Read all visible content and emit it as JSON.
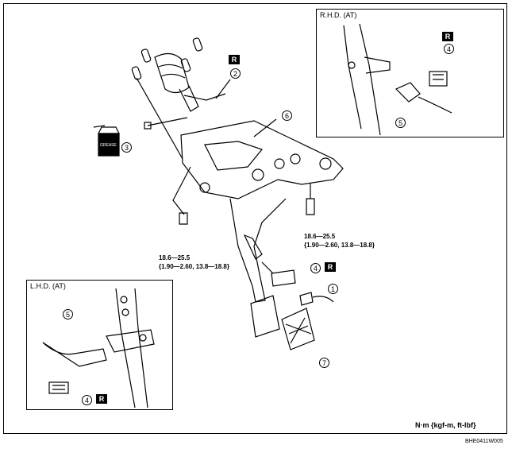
{
  "insets": {
    "rhd": {
      "title": "R.H.D. (AT)"
    },
    "lhd": {
      "title": "L.H.D. (AT)"
    }
  },
  "callouts": {
    "c1": "1",
    "c2": "2",
    "c3": "3",
    "c4_main": "4",
    "c5_rhd": "5",
    "c4_rhd": "4",
    "c5_lhd": "5",
    "c4_lhd": "4",
    "c6": "6",
    "c7": "7"
  },
  "badges": {
    "r": "R"
  },
  "torque": {
    "left_range": "18.6—25.5",
    "left_detail": "{1.90—2.60, 13.8—18.8}",
    "right_range": "18.6—25.5",
    "right_detail": "{1.90—2.60, 13.8—18.8}"
  },
  "units": "N·m {kgf-m, ft-lbf}",
  "figure_code": "BHE0411W005",
  "grease_can_text": "GREASE"
}
